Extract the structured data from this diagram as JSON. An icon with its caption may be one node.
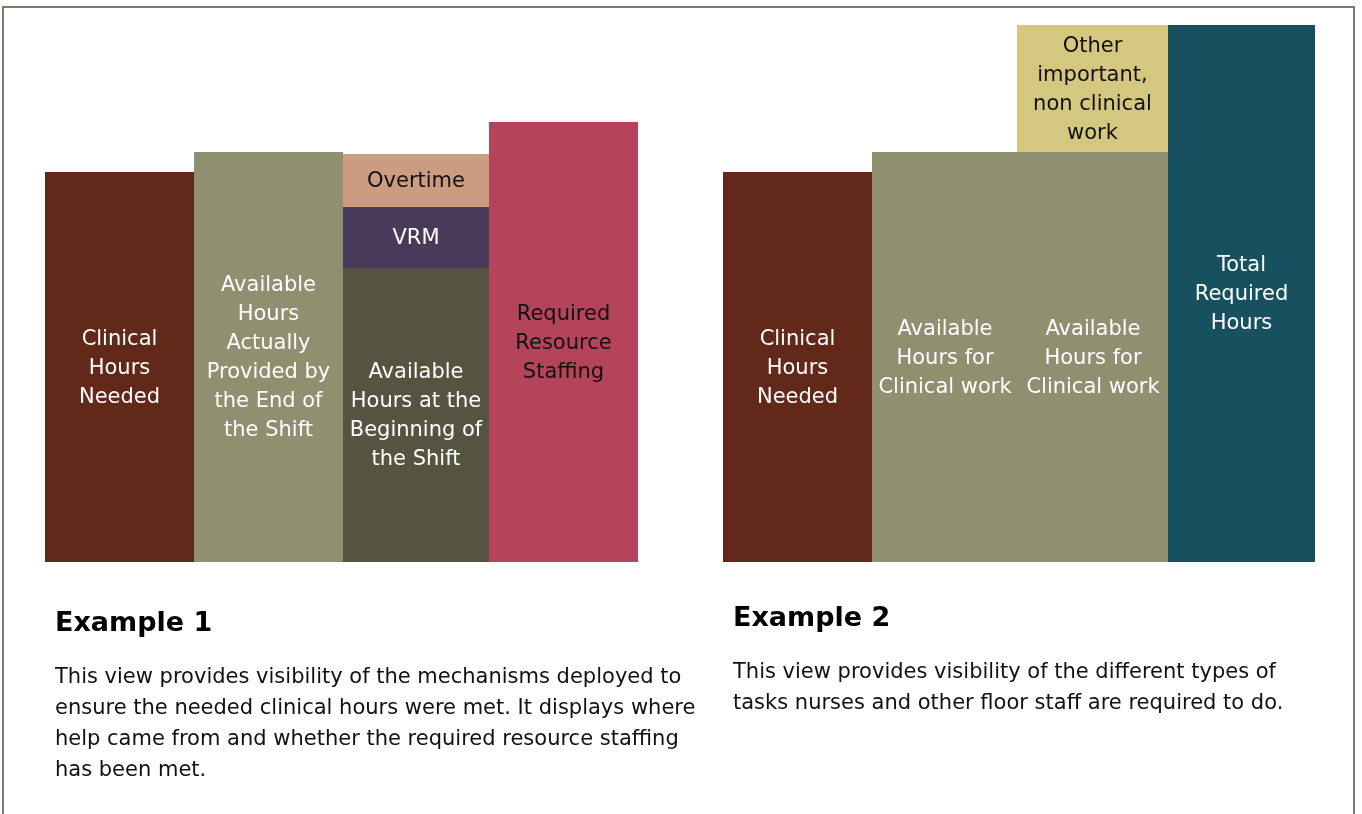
{
  "diagram": {
    "nodes": [
      {
        "text": [
          "Clinical Hours Needed"
        ]
      },
      {
        "text": [
          "Available Hours Actually Provided by the End of the Shift"
        ]
      },
      {
        "text": [
          "Overtime"
        ]
      },
      {
        "text": [
          "VRM"
        ]
      },
      {
        "text": [
          "Available Hours at the Beginning of the Shift"
        ]
      },
      {
        "text": [
          "Required Resource Staffing"
        ]
      },
      {
        "text": [
          "Other important, non clinical work"
        ]
      },
      {
        "text": [
          "Clinical Hours Needed"
        ]
      },
      {
        "text": [
          "Available Hours for Clinical work"
        ]
      },
      {
        "text": [
          "Available Hours for Clinical work"
        ]
      },
      {
        "text": [
          "Total Required Hours"
        ]
      }
    ],
    "labels": [
      "Example 1",
      "This view provides visibility of the mechanisms deployed to ensure the needed clinical hours were met. It displays where help came from and whether the required resource staffing has been met.",
      "Example 2",
      "This view provides visibility of the different types of tasks nurses and other floor staff are required to do."
    ]
  }
}
